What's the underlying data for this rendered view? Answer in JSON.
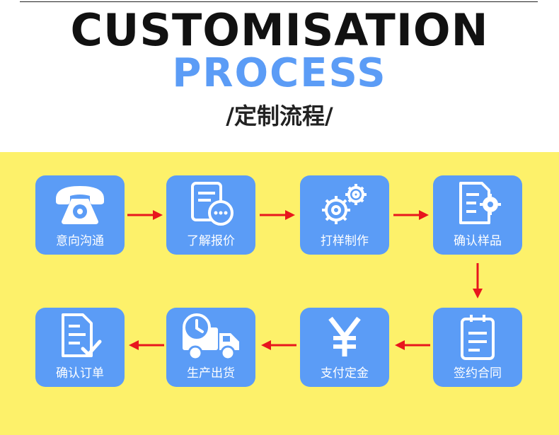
{
  "header": {
    "title_line1": "CUSTOMISATION",
    "title_line2": "PROCESS",
    "title_line3": "/定制流程/"
  },
  "colors": {
    "accent_blue": "#5b9cf6",
    "panel_yellow": "#fdf16a",
    "arrow_red": "#e8161d"
  },
  "steps": [
    {
      "label": "意向沟通",
      "icon": "telephone-icon"
    },
    {
      "label": "了解报价",
      "icon": "document-chat-icon"
    },
    {
      "label": "打样制作",
      "icon": "gears-icon"
    },
    {
      "label": "确认样品",
      "icon": "document-gear-icon"
    },
    {
      "label": "签约合同",
      "icon": "clipboard-icon"
    },
    {
      "label": "支付定金",
      "icon": "yen-icon"
    },
    {
      "label": "生产出货",
      "icon": "delivery-truck-icon"
    },
    {
      "label": "确认订单",
      "icon": "document-check-icon"
    }
  ]
}
